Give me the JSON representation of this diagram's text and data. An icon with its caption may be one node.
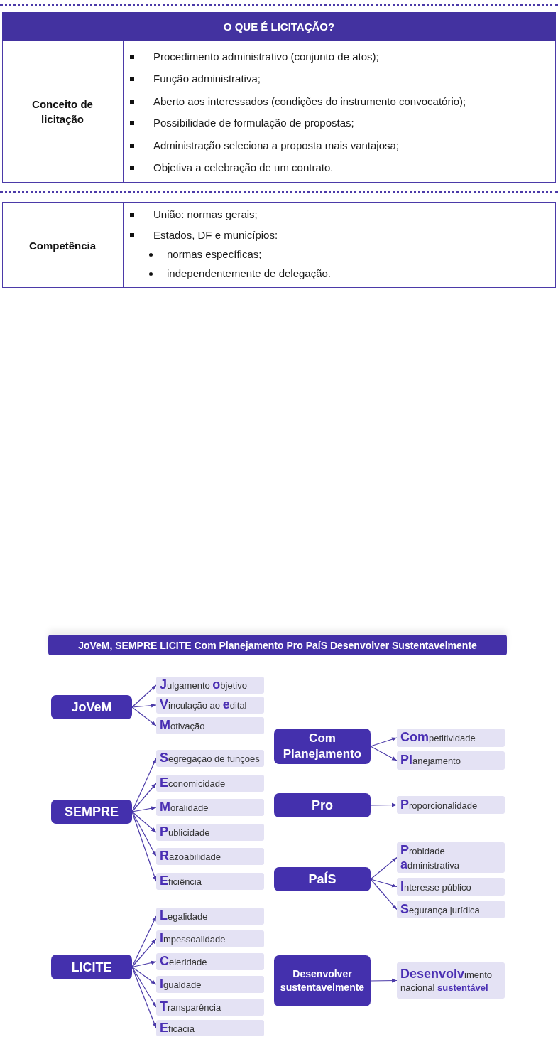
{
  "diagram": {
    "title": "JoVeM, SEMPRE LICITE Com Planejamento Pro PaíS Desenvolver Sustentavelmente",
    "nodes": [
      {
        "text": [
          "JoVeM"
        ]
      },
      {
        "text": [
          "**J**ulgamento **o**bjetivo"
        ]
      },
      {
        "text": [
          "**V**inculação ao **e**dital"
        ]
      },
      {
        "text": [
          "**M**otivação"
        ]
      },
      {
        "text": [
          "SEMPRE"
        ]
      },
      {
        "text": [
          "**S**egregação de funções"
        ]
      },
      {
        "text": [
          "**E**conomicidade"
        ]
      },
      {
        "text": [
          "**M**oralidade"
        ]
      },
      {
        "text": [
          "**P**ublicidade"
        ]
      },
      {
        "text": [
          "**R**azoabilidade"
        ]
      },
      {
        "text": [
          "**E**ficiência"
        ]
      },
      {
        "text": [
          "LICITE"
        ]
      },
      {
        "text": [
          "**L**egalidade"
        ]
      },
      {
        "text": [
          "**I**mpessoalidade"
        ]
      },
      {
        "text": [
          "**C**eleridade"
        ]
      },
      {
        "text": [
          "**I**gualdade"
        ]
      },
      {
        "text": [
          "**T**ransparência"
        ]
      },
      {
        "text": [
          "**E**ficácia"
        ]
      },
      {
        "text": [
          "Com Planejamento"
        ]
      },
      {
        "text": [
          "**Com**petitividade"
        ]
      },
      {
        "text": [
          "**Pl**anejamento"
        ]
      },
      {
        "text": [
          "Pro"
        ]
      },
      {
        "text": [
          "**P**roporcionalidade"
        ]
      },
      {
        "text": [
          "PaÍS"
        ]
      },
      {
        "text": [
          "**P**robidade **a**dministrativa"
        ]
      },
      {
        "text": [
          "**I**nteresse público"
        ]
      },
      {
        "text": [
          "**S**egurança jurídica"
        ]
      },
      {
        "text": [
          "Desenvolver sustentavelmente"
        ]
      },
      {
        "text": [
          "**Desenvolv**imento nacional **sustentável**"
        ]
      }
    ],
    "edges": [
      {
        "from": 0,
        "to": 1,
        "arrow": "to"
      },
      {
        "from": 0,
        "to": 2,
        "arrow": "to"
      },
      {
        "from": 0,
        "to": 3,
        "arrow": "to"
      },
      {
        "from": 4,
        "to": 5,
        "arrow": "to"
      },
      {
        "from": 4,
        "to": 6,
        "arrow": "to"
      },
      {
        "from": 4,
        "to": 7,
        "arrow": "to"
      },
      {
        "from": 4,
        "to": 8,
        "arrow": "to"
      },
      {
        "from": 4,
        "to": 9,
        "arrow": "to"
      },
      {
        "from": 4,
        "to": 10,
        "arrow": "to"
      },
      {
        "from": 11,
        "to": 12,
        "arrow": "to"
      },
      {
        "from": 11,
        "to": 13,
        "arrow": "to"
      },
      {
        "from": 11,
        "to": 14,
        "arrow": "to"
      },
      {
        "from": 11,
        "to": 15,
        "arrow": "to"
      },
      {
        "from": 11,
        "to": 16,
        "arrow": "to"
      },
      {
        "from": 11,
        "to": 17,
        "arrow": "to"
      },
      {
        "from": 18,
        "to": 19,
        "arrow": "to"
      },
      {
        "from": 18,
        "to": 20,
        "arrow": "to"
      },
      {
        "from": 21,
        "to": 22,
        "arrow": "to"
      },
      {
        "from": 23,
        "to": 24,
        "arrow": "to"
      },
      {
        "from": 23,
        "to": 25,
        "arrow": "to"
      },
      {
        "from": 23,
        "to": 26,
        "arrow": "to"
      },
      {
        "from": 27,
        "to": 28,
        "arrow": "to"
      }
    ],
    "labels": [
      "O QUE É LICITAÇÃO?",
      "Conceito de licitação",
      "Procedimento administrativo (conjunto de atos);",
      "Função administrativa;",
      "Aberto aos interessados (condições do instrumento convocatório);",
      "Possibilidade de formulação de propostas;",
      "Administração seleciona a proposta mais vantajosa;",
      "Objetiva a celebração de um contrato.",
      "Competência",
      "União: normas gerais;",
      "Estados, DF e municípios:",
      "normas específicas;",
      "independentemente de delegação."
    ]
  }
}
